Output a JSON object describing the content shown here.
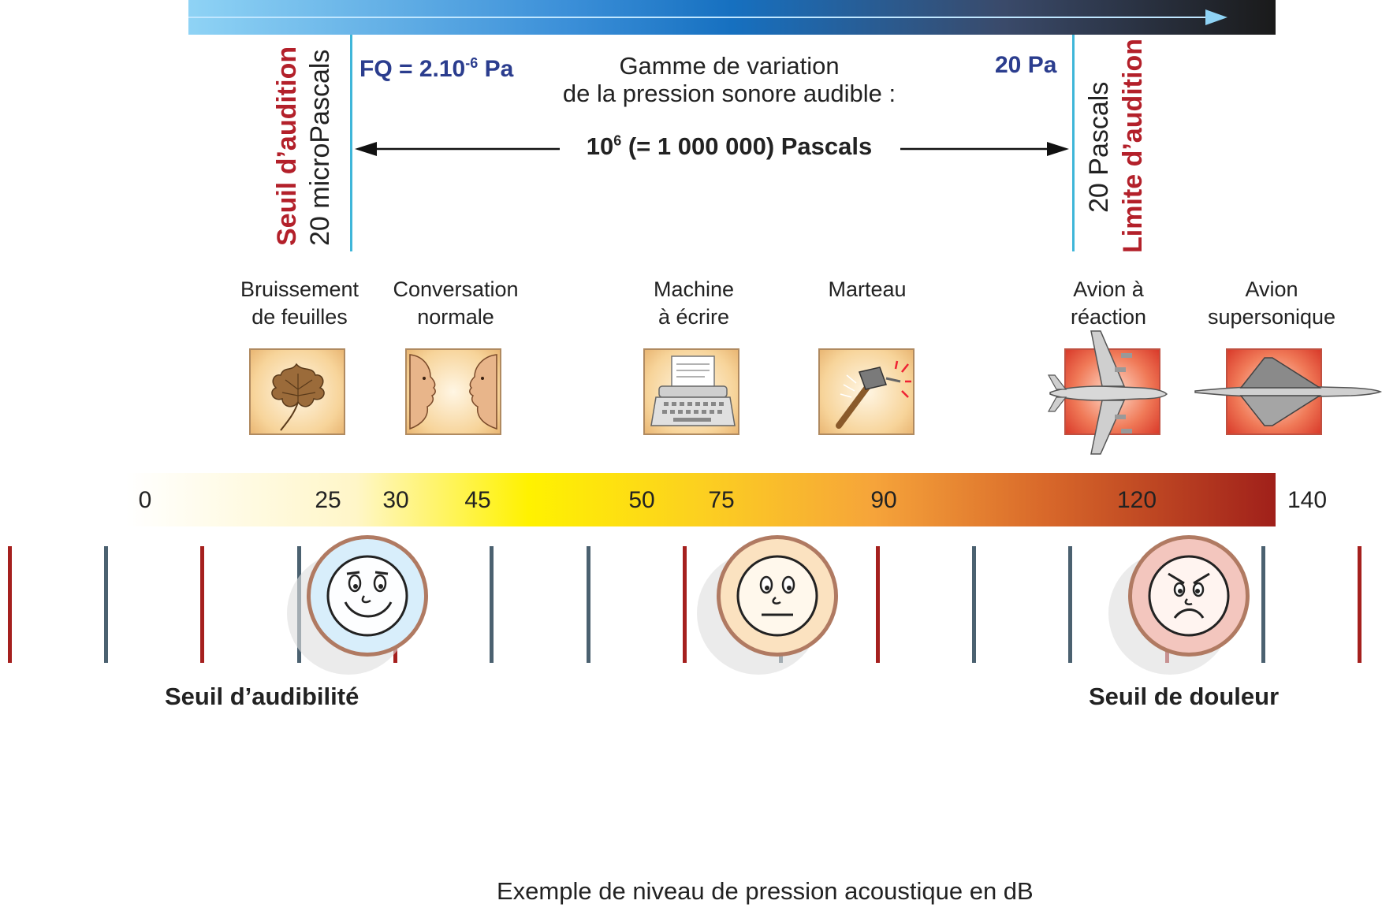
{
  "threshold_left": {
    "title": "Seuil d’audition",
    "value": "20 microPascals"
  },
  "threshold_right": {
    "title": "Limite d’audition",
    "value": "20 Pascals"
  },
  "fq_label": "FQ = 2.10",
  "fq_exponent": "-6",
  "fq_unit": " Pa",
  "right_pressure": "20 Pa",
  "range_title_line1": "Gamme de variation",
  "range_title_line2": "de la pression sonore audible :",
  "range_value_base": "10",
  "range_value_exp": "6",
  "range_value_rest": " (= 1 000 000) Pascals",
  "sources": [
    {
      "line1": "Bruissement",
      "line2": "de feuilles",
      "icon": "leaf-icon"
    },
    {
      "line1": "Conversation",
      "line2": "normale",
      "icon": "faces-icon"
    },
    {
      "line1": "Machine",
      "line2": "à écrire",
      "icon": "typewriter-icon"
    },
    {
      "line1": "",
      "line2": "Marteau",
      "icon": "hammer-icon"
    },
    {
      "line1": "Avion à",
      "line2": "réaction",
      "icon": "jet-plane-icon"
    },
    {
      "line1": "Avion",
      "line2": "supersonique",
      "icon": "supersonic-plane-icon"
    }
  ],
  "db_scale": [
    "0",
    "25",
    "30",
    "45",
    "50",
    "75",
    "90",
    "120",
    "140"
  ],
  "faces": [
    "happy-face-icon",
    "neutral-face-icon",
    "angry-face-icon"
  ],
  "bottom_left_label": "Seuil d’audibilité",
  "bottom_right_label": "Seuil de douleur",
  "caption": "Exemple de niveau de pression acoustique en dB",
  "colors": {
    "threshold_red": "#b3202a",
    "pressure_blue": "#2b3d8e",
    "marker_line": "#3fb6d9"
  }
}
